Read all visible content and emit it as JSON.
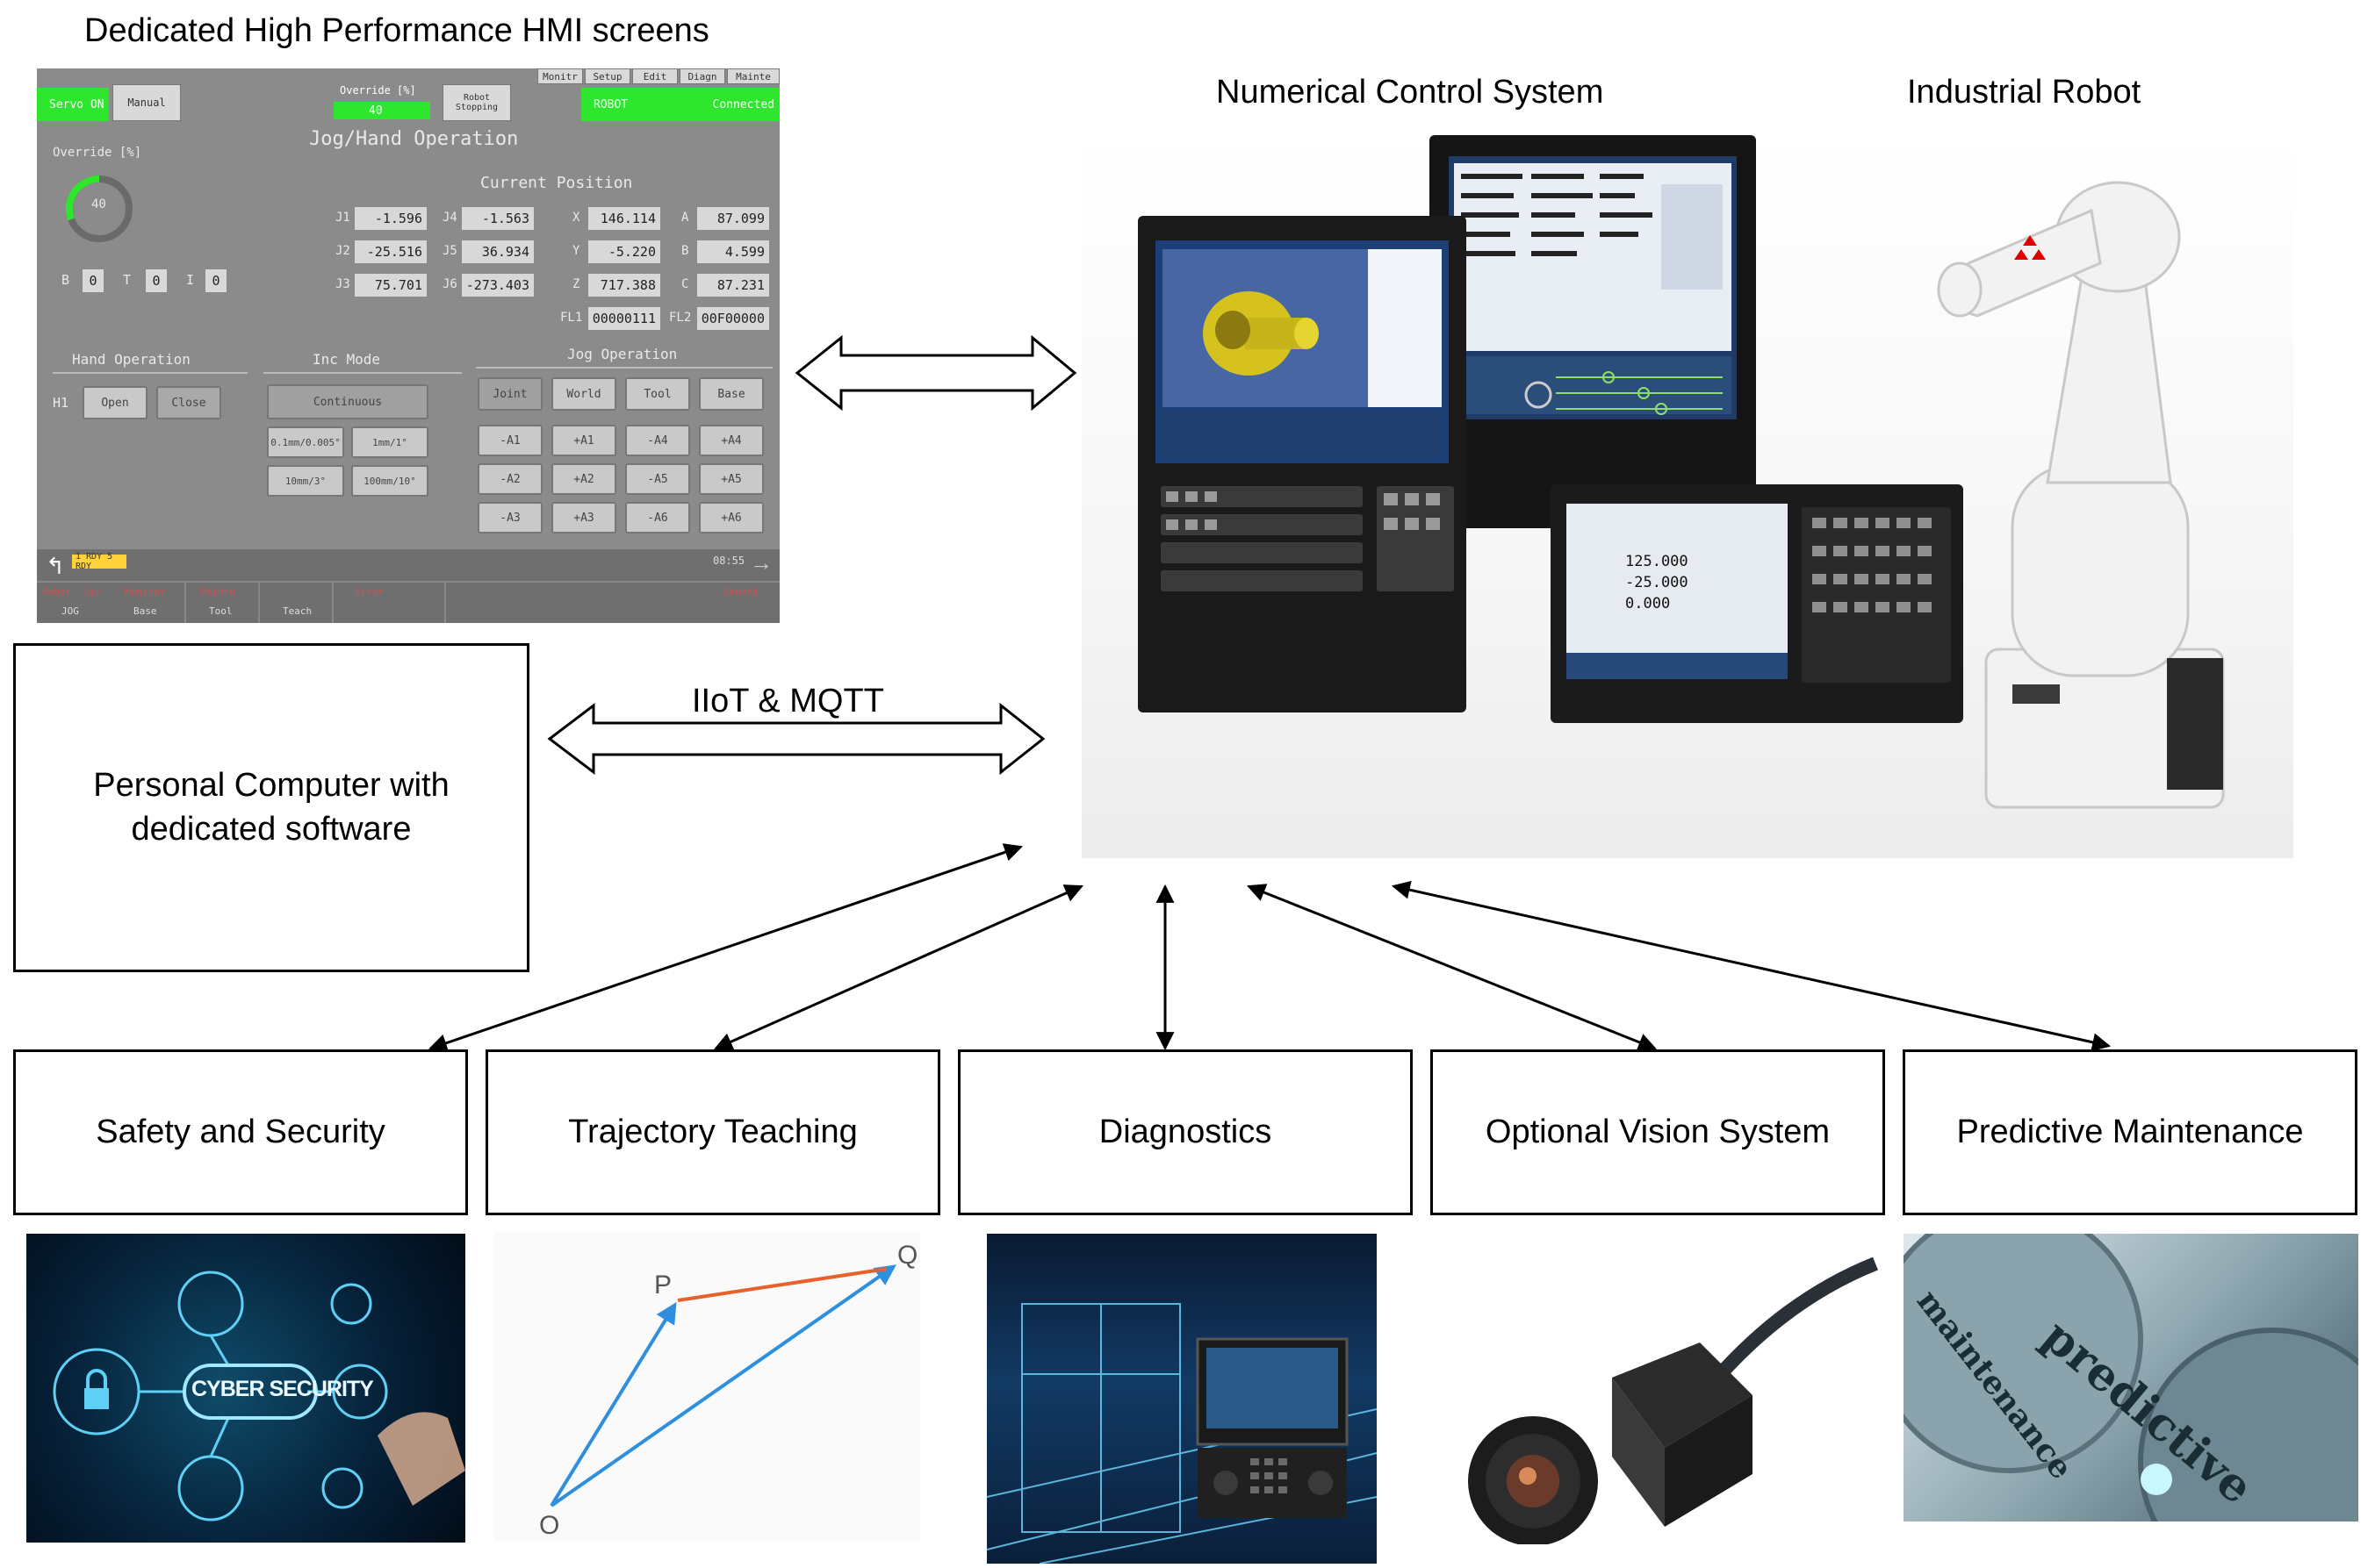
{
  "labels": {
    "hmi_title": "Dedicated High Performance HMI screens",
    "nc_title": "Numerical Control System",
    "robot_title": "Industrial Robot",
    "iiot_label": "IIoT & MQTT"
  },
  "boxes": {
    "pc": "Personal Computer with dedicated software",
    "safety": "Safety and Security",
    "trajectory": "Trajectory Teaching",
    "diagnostics": "Diagnostics",
    "vision": "Optional Vision System",
    "maintenance": "Predictive Maintenance"
  },
  "hmi": {
    "servo_on": "Servo ON",
    "manual": "Manual",
    "override_label": "Override [%]",
    "override_value": "40",
    "robot_stopping": "Robot Stopping",
    "tabs": [
      "Monitr",
      "Setup",
      "Edit",
      "Diagn",
      "Mainte"
    ],
    "robot_status": "ROBOT",
    "connected": "Connected",
    "screen_title": "Jog/Hand Operation",
    "override_side": "Override [%]",
    "gauge_value": "40",
    "current_position": "Current Position",
    "bti": [
      {
        "label": "B",
        "value": "0"
      },
      {
        "label": "T",
        "value": "0"
      },
      {
        "label": "I",
        "value": "0"
      }
    ],
    "joints": [
      {
        "j": "J1",
        "v1": "-1.596",
        "j2": "J4",
        "v2": "-1.563",
        "a": "X",
        "av": "146.114",
        "b": "A",
        "bv": "87.099"
      },
      {
        "j": "J2",
        "v1": "-25.516",
        "j2": "J5",
        "v2": "36.934",
        "a": "Y",
        "av": "-5.220",
        "b": "B",
        "bv": "4.599"
      },
      {
        "j": "J3",
        "v1": "75.701",
        "j2": "J6",
        "v2": "-273.403",
        "a": "Z",
        "av": "717.388",
        "b": "C",
        "bv": "87.231"
      }
    ],
    "fl1_label": "FL1",
    "fl1_value": "00000111",
    "fl2_label": "FL2",
    "fl2_value": "00F00000",
    "hand_operation": "Hand Operation",
    "h1": "H1",
    "open": "Open",
    "close": "Close",
    "inc_mode": "Inc Mode",
    "continuous": "Continuous",
    "inc_buttons": [
      "0.1mm/0.005°",
      "1mm/1°",
      "10mm/3°",
      "100mm/10°"
    ],
    "jog_operation": "Jog Operation",
    "jog_modes": [
      "Joint",
      "World",
      "Tool",
      "Base"
    ],
    "jog_buttons": [
      "-A1",
      "+A1",
      "-A4",
      "+A4",
      "-A2",
      "+A2",
      "-A5",
      "+A5",
      "-A3",
      "+A3",
      "-A6",
      "+A6"
    ],
    "status_badge": "1 RDY 5 RDY",
    "time": "08:55",
    "footer_top": [
      "Robot",
      "Opr",
      "Monitor",
      "Mainte",
      "Error",
      "Zenkni"
    ],
    "footer_bottom": [
      "JOG",
      "Base",
      "Tool",
      "Teach"
    ]
  },
  "images": {
    "cyber_text": "CYBER SECURITY",
    "traj_p": "P",
    "traj_q": "Q",
    "traj_o": "O",
    "nc_value1": "125.000",
    "nc_value2": "-25.000",
    "nc_value3": "0.000",
    "pm_text1": "predictive",
    "pm_text2": "maintenance"
  },
  "colors": {
    "hmi_green": "#2de62d",
    "traj_blue": "#2f8fdf",
    "traj_orange": "#e8602c"
  }
}
